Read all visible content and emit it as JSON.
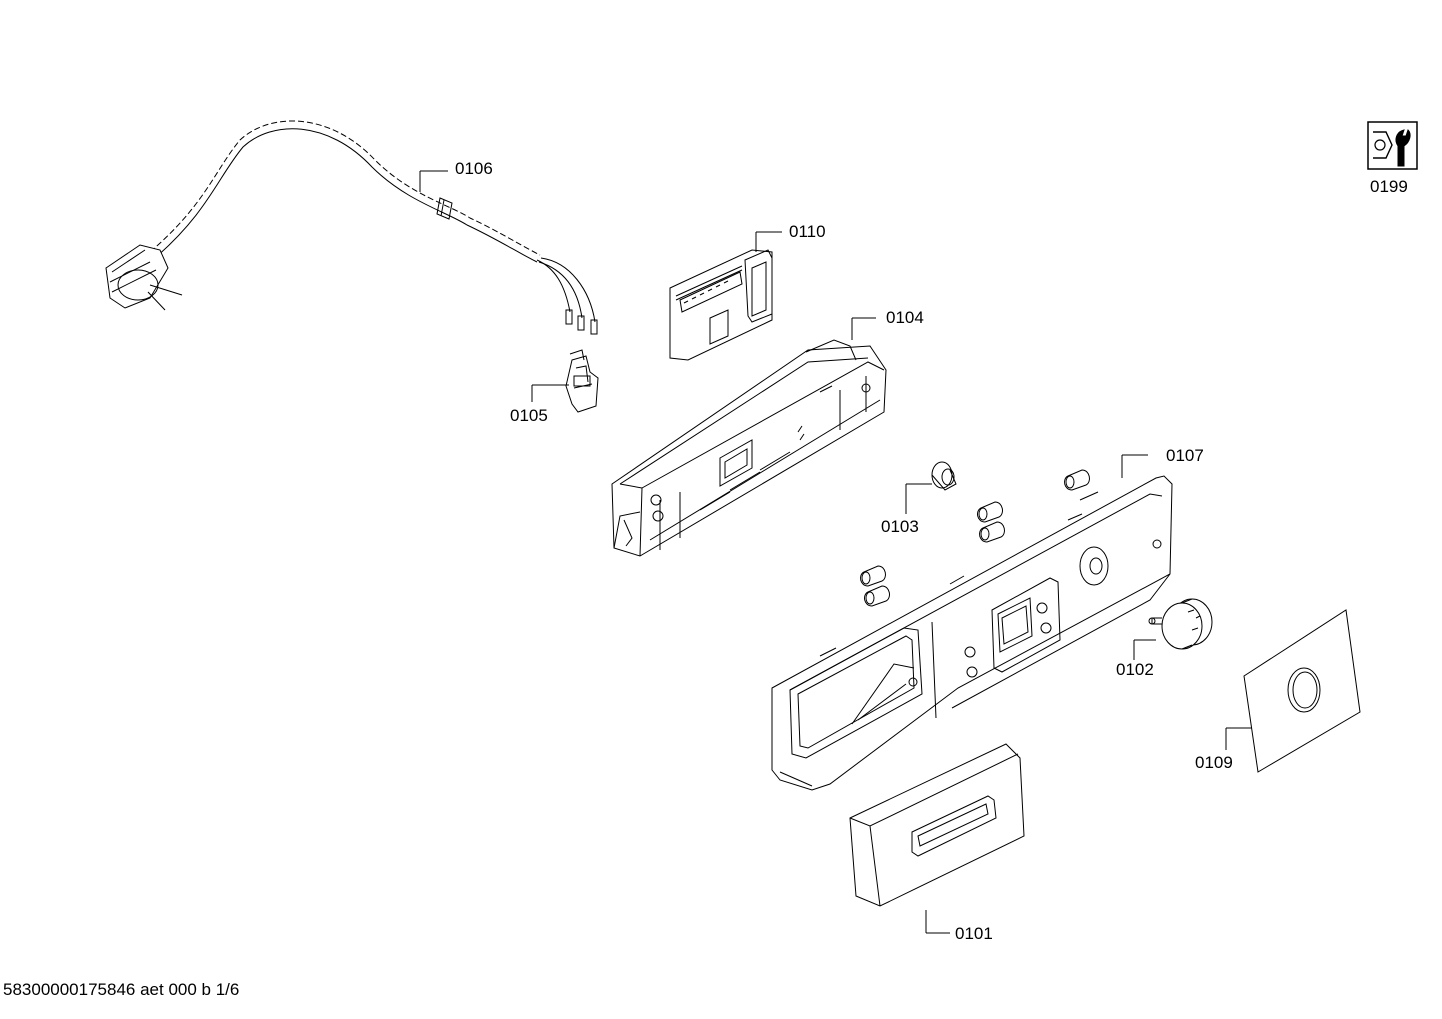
{
  "diagram": {
    "callouts": [
      {
        "id": "0106",
        "label": "0106"
      },
      {
        "id": "0110",
        "label": "0110"
      },
      {
        "id": "0104",
        "label": "0104"
      },
      {
        "id": "0105",
        "label": "0105"
      },
      {
        "id": "0103",
        "label": "0103"
      },
      {
        "id": "0107",
        "label": "0107"
      },
      {
        "id": "0102",
        "label": "0102"
      },
      {
        "id": "0109",
        "label": "0109"
      },
      {
        "id": "0101",
        "label": "0101"
      },
      {
        "id": "0199",
        "label": "0199"
      }
    ],
    "icons": {
      "service": "wrench-nut-icon"
    },
    "line_color": "#000000"
  },
  "footer": {
    "document_code": "58300000175846 aet 000 b 1/6"
  }
}
